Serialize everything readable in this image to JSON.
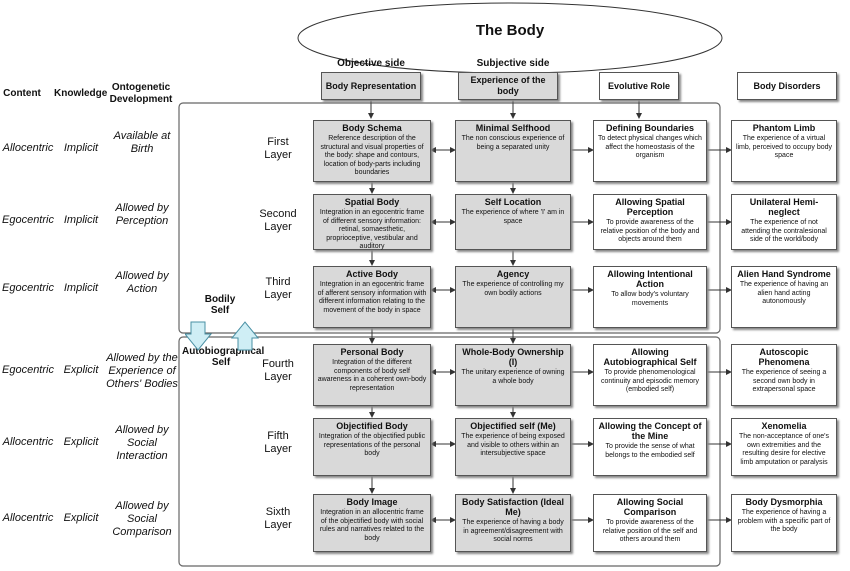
{
  "title": "The Body",
  "sides": {
    "objective": "Objective side",
    "subjective": "Subjective side"
  },
  "left_headers": {
    "content": "Content",
    "knowledge": "Knowledge",
    "ontogenetic": "Ontogenetic Development"
  },
  "col_headers": {
    "body_representation": "Body Representation",
    "experience": "Experience of the body",
    "evolutive": "Evolutive Role",
    "disorders": "Body Disorders"
  },
  "rows": [
    {
      "content": "Allocentric",
      "knowledge": "Implicit",
      "ontogenetic": "Available at Birth",
      "layer": "First Layer",
      "rep_title": "Body Schema",
      "rep_text": "Reference description of the structural and visual properties of the body: shape and contours, location of body-parts including boundaries",
      "exp_title": "Minimal Selfhood",
      "exp_text": "The non conscious experience of being a separated unity",
      "evo_title": "Defining Boundaries",
      "evo_text": "To detect physical changes which affect the homeostasis of the organism",
      "dis_title": "Phantom Limb",
      "dis_text": "The experience of a virtual limb, perceived to occupy body space"
    },
    {
      "content": "Egocentric",
      "knowledge": "Implicit",
      "ontogenetic": "Allowed by Perception",
      "layer": "Second Layer",
      "rep_title": "Spatial Body",
      "rep_text": "Integration in an egocentric frame of different sensory information: retinal, somaesthetic, proprioceptive, vestibular and auditory",
      "exp_title": "Self Location",
      "exp_text": "The experience of where 'I' am in space",
      "evo_title": "Allowing Spatial Perception",
      "evo_text": "To provide awareness of the relative position of the body and objects around them",
      "dis_title": "Unilateral Hemi-neglect",
      "dis_text": "The experience of not attending the contralesional side of the world/body"
    },
    {
      "content": "Egocentric",
      "knowledge": "Implicit",
      "ontogenetic": "Allowed by Action",
      "layer": "Third Layer",
      "rep_title": "Active Body",
      "rep_text": "Integration in an egocentric frame of afferent sensory information with different information relating to the movement of the body in space",
      "exp_title": "Agency",
      "exp_text": "The experience of controlling my own bodily actions",
      "evo_title": "Allowing Intentional Action",
      "evo_text": "To allow body's voluntary movements",
      "dis_title": "Alien Hand Syndrome",
      "dis_text": "The experience of having an alien hand acting autonomously"
    },
    {
      "content": "Egocentric",
      "knowledge": "Explicit",
      "ontogenetic": "Allowed by the Experience of Others' Bodies",
      "layer": "Fourth Layer",
      "rep_title": "Personal Body",
      "rep_text": "Integration of the different components of body self awareness in a coherent own-body representation",
      "exp_title": "Whole-Body Ownership (I)",
      "exp_text": "The unitary experience of owning a whole body",
      "evo_title": "Allowing Autobiographical Self",
      "evo_text": "To provide phenomenological continuity and episodic memory (embodied self)",
      "dis_title": "Autoscopic Phenomena",
      "dis_text": "The experience of seeing a second own body in extrapersonal space"
    },
    {
      "content": "Allocentric",
      "knowledge": "Explicit",
      "ontogenetic": "Allowed by Social Interaction",
      "layer": "Fifth Layer",
      "rep_title": "Objectified Body",
      "rep_text": "Integration of the objectified public representations of the personal body",
      "exp_title": "Objectified self (Me)",
      "exp_text": "The experience of being exposed and visible to others within an intersubjective space",
      "evo_title": "Allowing the Concept of the Mine",
      "evo_text": "To provide the sense of what belongs to the embodied self",
      "dis_title": "Xenomelia",
      "dis_text": "The non-acceptance of one's own extremities and the resulting desire for elective limb amputation or paralysis"
    },
    {
      "content": "Allocentric",
      "knowledge": "Explicit",
      "ontogenetic": "Allowed by Social Comparison",
      "layer": "Sixth Layer",
      "rep_title": "Body Image",
      "rep_text": "Integration in an allocentric frame of the objectified body with social rules and narratives related to the body",
      "exp_title": "Body Satisfaction (Ideal Me)",
      "exp_text": "The experience of having a body in agreement/disagreement with social norms",
      "evo_title": "Allowing Social Comparison",
      "evo_text": "To provide awareness of the relative position of the self and others around them",
      "dis_title": "Body Dysmorphia",
      "dis_text": "The experience of having a problem with a specific part of the body"
    }
  ],
  "group_labels": {
    "bodily_self": "Bodily Self",
    "autobiographical_self": "Autobiographical Self"
  },
  "colors": {
    "grey_box": "#d9d9d9",
    "arrow_fill": "#cfeef5",
    "arrow_stroke": "#4a90a4"
  }
}
